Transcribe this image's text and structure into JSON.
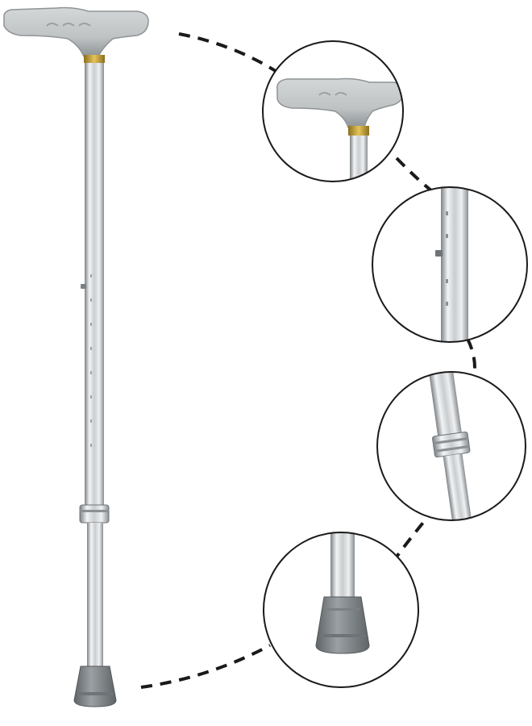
{
  "image": {
    "subject": "adjustable-walking-cane",
    "detail_callouts": [
      "handle-detail",
      "adjustment-button-detail",
      "locking-collar-detail",
      "rubber-tip-detail"
    ],
    "colors": {
      "background": "#ffffff",
      "handle": "#bfc3c4",
      "handle_shadow": "#8e9496",
      "shaft_light": "#f2f4f5",
      "shaft_mid": "#c9cdd0",
      "shaft_dark": "#7d8286",
      "gold_ring": "#c8a43a",
      "tip": "#8f9598",
      "tip_dark": "#5f6467",
      "callout_line": "#1a1a1a"
    }
  }
}
